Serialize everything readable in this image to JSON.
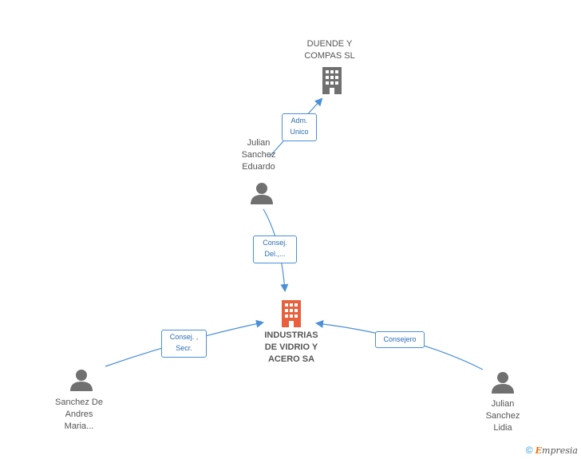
{
  "nodes": {
    "duende": {
      "line1": "DUENDE Y",
      "line2": "COMPAS SL"
    },
    "julian_eduardo": {
      "line1": "Julian",
      "line2": "Sanchez",
      "line3": "Eduardo"
    },
    "industrias": {
      "line1": "INDUSTRIAS",
      "line2": "DE VIDRIO Y",
      "line3": "ACERO SA"
    },
    "sanchez_andres": {
      "line1": "Sanchez De",
      "line2": "Andres",
      "line3": "Maria..."
    },
    "julian_lidia": {
      "line1": "Julian",
      "line2": "Sanchez",
      "line3": "Lidia"
    }
  },
  "edges": {
    "adm_unico": {
      "line1": "Adm.",
      "line2": "Unico"
    },
    "consej_del": {
      "line1": "Consej.",
      "line2": "Del.,..."
    },
    "consej_secr": {
      "line1": "Consej. ,",
      "line2": "Secr."
    },
    "consejero": {
      "line1": "Consejero"
    }
  },
  "colors": {
    "company": "#707070",
    "main_company": "#e8603c",
    "person": "#707070",
    "edge": "#4a90d9"
  },
  "footer": {
    "copyright": "©",
    "brand_first": "E",
    "brand_rest": "mpresia"
  }
}
